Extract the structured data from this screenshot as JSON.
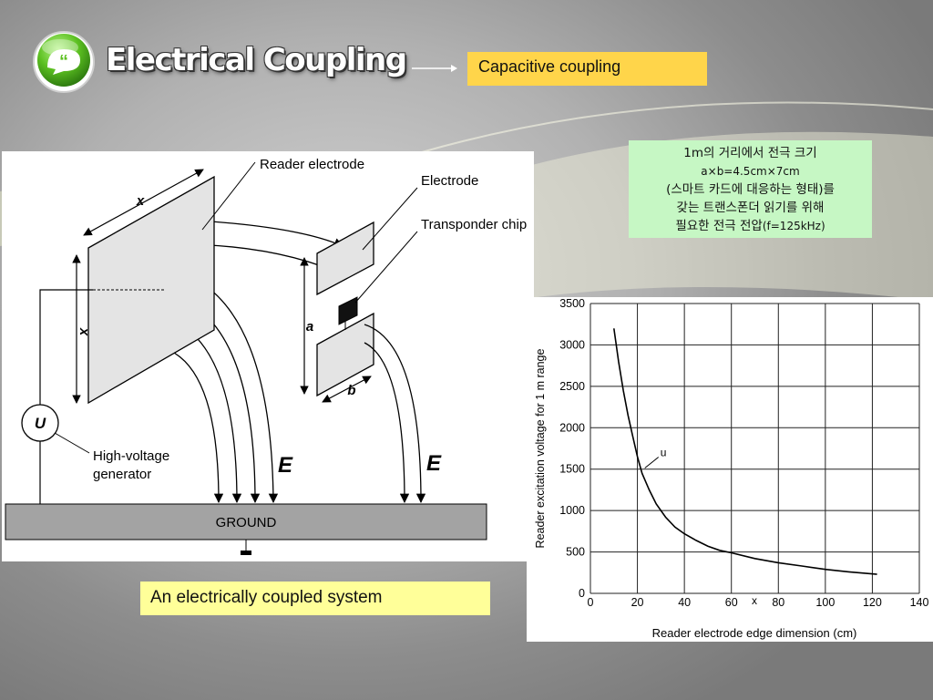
{
  "slide": {
    "title": "Electrical Coupling",
    "callout_top": "Capacitive coupling",
    "callout_bottom": "An electrically coupled system",
    "green_note": {
      "line1": "1m의 거리에서 전극 크기",
      "line2": "a×b=4.5cm×7cm",
      "line3": "(스마트 카드에 대응하는 형태)를",
      "line4": "갖는 트랜스폰더 읽기를 위해",
      "line5_main": "필요한 전극 전압",
      "line5_suffix": "(f=125kHz)"
    },
    "colors": {
      "accent_yellow": "#ffd54a",
      "callout_yellow": "#ffff99",
      "note_green": "#c6f7c4",
      "logo_green": "#5cc021"
    }
  },
  "diagram": {
    "reader_electrode": "Reader electrode",
    "electrode": "Electrode",
    "transponder_chip": "Transponder chip",
    "dim_x_top": "x",
    "dim_x_left": "x",
    "dim_a": "a",
    "dim_b": "b",
    "u_symbol": "U",
    "generator_line1": "High-voltage",
    "generator_line2": "generator",
    "field_label_1": "E",
    "field_label_2": "E",
    "ground": "GROUND"
  },
  "chart_data": {
    "type": "line",
    "xlabel": "Reader electrode edge dimension (cm)",
    "xvar": "x",
    "ylabel": "Reader excitation voltage for 1 m range",
    "xlim": [
      0,
      140
    ],
    "ylim": [
      0,
      3500
    ],
    "xticks": [
      0,
      20,
      40,
      60,
      80,
      100,
      120,
      140
    ],
    "yticks": [
      0,
      500,
      1000,
      1500,
      2000,
      2500,
      3000,
      3500
    ],
    "grid": true,
    "series": [
      {
        "name": "u",
        "x": [
          10,
          12,
          14,
          16,
          18,
          20,
          22,
          25,
          28,
          32,
          36,
          40,
          45,
          50,
          55,
          60,
          70,
          80,
          90,
          100,
          110,
          122
        ],
        "y": [
          3200,
          2800,
          2450,
          2150,
          1900,
          1650,
          1450,
          1250,
          1080,
          920,
          800,
          720,
          640,
          570,
          520,
          490,
          420,
          370,
          330,
          290,
          260,
          230
        ]
      }
    ]
  }
}
